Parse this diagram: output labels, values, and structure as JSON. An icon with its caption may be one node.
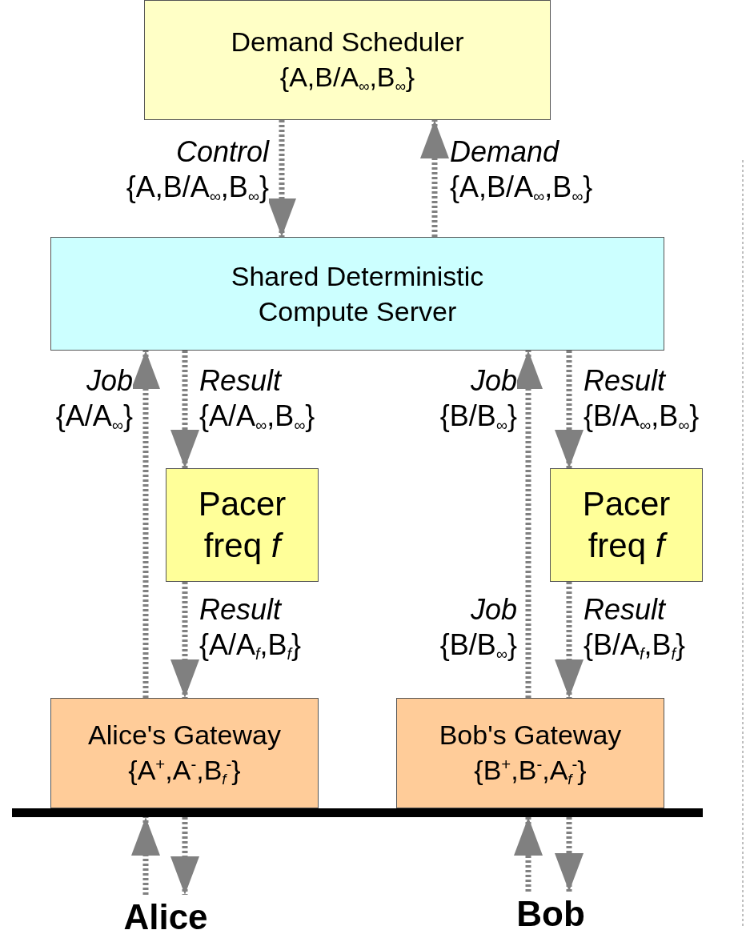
{
  "diagram": {
    "nodes": [
      {
        "text": [
          "Demand Scheduler",
          "{A,B/A$_{∞}$,B$_{∞}$}"
        ]
      },
      {
        "text": [
          "Shared Deterministic Compute Server"
        ]
      },
      {
        "text": [
          "Pacer freq *f*"
        ]
      },
      {
        "text": [
          "Pacer freq *f*"
        ]
      },
      {
        "text": [
          "Alice's Gateway",
          "{A$^{+}$,A$^{-}$,B$_{f}$$^{-}$}"
        ]
      },
      {
        "text": [
          "Bob's Gateway",
          "{B$^{+}$,B$^{-}$,A$_{f}$$^{-}$}"
        ]
      },
      {
        "text": [],
        "shape": "bar"
      },
      {
        "text": [
          "Alice"
        ]
      },
      {
        "text": [
          "Bob"
        ]
      }
    ],
    "edges": [
      {
        "from": 0,
        "to": 1,
        "arrow": "to",
        "label": "*Control* {A,B/A$_{∞}$,B$_{∞}$}"
      },
      {
        "from": 1,
        "to": 0,
        "arrow": "to",
        "label": "*Demand* {A,B/A$_{∞}$,B$_{∞}$}"
      },
      {
        "from": 4,
        "to": 1,
        "arrow": "to",
        "label": "*Job* {A/A$_{∞}$}"
      },
      {
        "from": 1,
        "to": 2,
        "arrow": "to",
        "label": "*Result* {A/A$_{∞}$,B$_{∞}$}"
      },
      {
        "from": 2,
        "to": 4,
        "arrow": "to",
        "label": "*Result* {A/A$_{f}$,B$_{f}$}"
      },
      {
        "from": 5,
        "to": 1,
        "arrow": "to",
        "label": "*Job* {B/B$_{∞}$}"
      },
      {
        "from": 1,
        "to": 3,
        "arrow": "to",
        "label": "*Result* {B/A$_{∞}$,B$_{∞}$}"
      },
      {
        "from": 3,
        "to": 5,
        "arrow": "to",
        "label": "*Result* {B/A$_{f}$,B$_{f}$}"
      },
      {
        "from": 7,
        "to": 6,
        "arrow": "to"
      },
      {
        "from": 6,
        "to": 7,
        "arrow": "to"
      },
      {
        "from": 8,
        "to": 6,
        "arrow": "to"
      },
      {
        "from": 6,
        "to": 8,
        "arrow": "to"
      }
    ],
    "labels": [
      "*Job* {B/B$_{∞}$}"
    ]
  }
}
